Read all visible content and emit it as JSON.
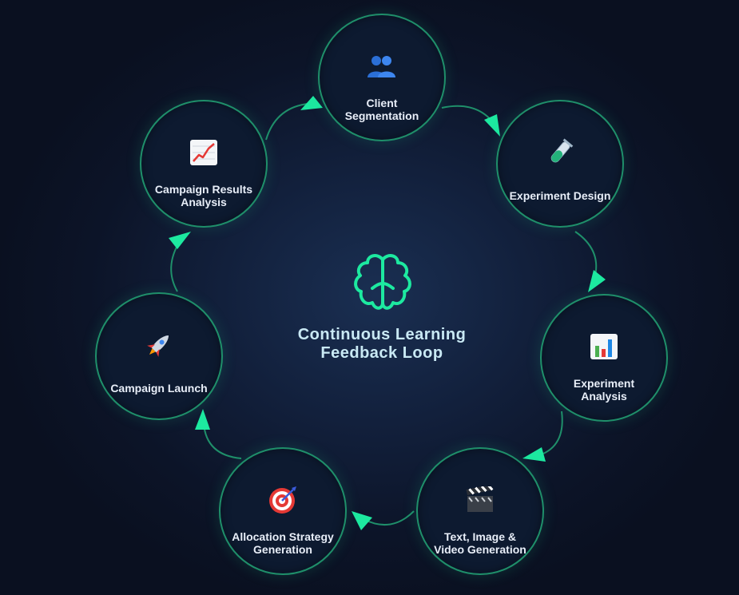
{
  "center": {
    "title_line1": "Continuous Learning",
    "title_line2": "Feedback Loop",
    "icon": "brain-icon"
  },
  "nodes": [
    {
      "label_line1": "Client",
      "label_line2": "Segmentation",
      "icon": "people-icon"
    },
    {
      "label_line1": "Experiment Design",
      "label_line2": "",
      "icon": "test-tube-icon"
    },
    {
      "label_line1": "Experiment",
      "label_line2": "Analysis",
      "icon": "bar-chart-icon"
    },
    {
      "label_line1": "Text, Image &",
      "label_line2": "Video Generation",
      "icon": "clapperboard-icon"
    },
    {
      "label_line1": "Allocation Strategy",
      "label_line2": "Generation",
      "icon": "target-icon"
    },
    {
      "label_line1": "Campaign Launch",
      "label_line2": "",
      "icon": "rocket-icon"
    },
    {
      "label_line1": "Campaign Results",
      "label_line2": "Analysis",
      "icon": "trend-chart-icon"
    }
  ],
  "colors": {
    "accent": "#1de9a0",
    "node_border": "#1f8f6a",
    "node_fill": "#0d1a30",
    "label": "#e8eef8"
  }
}
